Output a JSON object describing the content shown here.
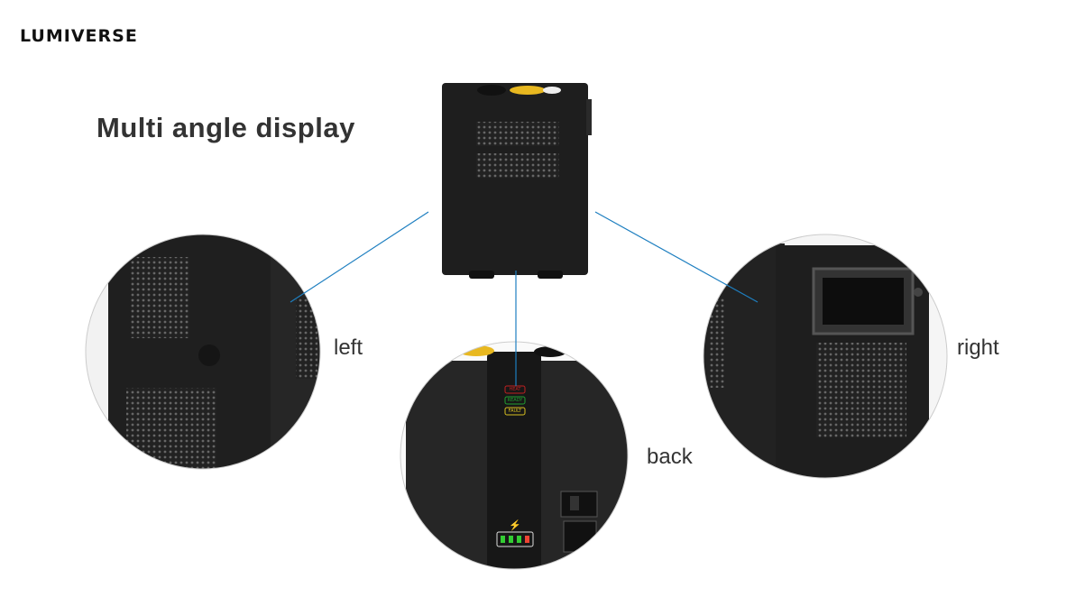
{
  "brand": {
    "logo": "LUMIVERSE"
  },
  "title": "Multi angle display",
  "views": {
    "left": "left",
    "back": "back",
    "right": "right"
  },
  "indicators": [
    "HEAT",
    "READY",
    "FAULT"
  ],
  "colors": {
    "accent_line": "#1e7fc0",
    "device": "#1c1c1c",
    "title": "#333333"
  }
}
